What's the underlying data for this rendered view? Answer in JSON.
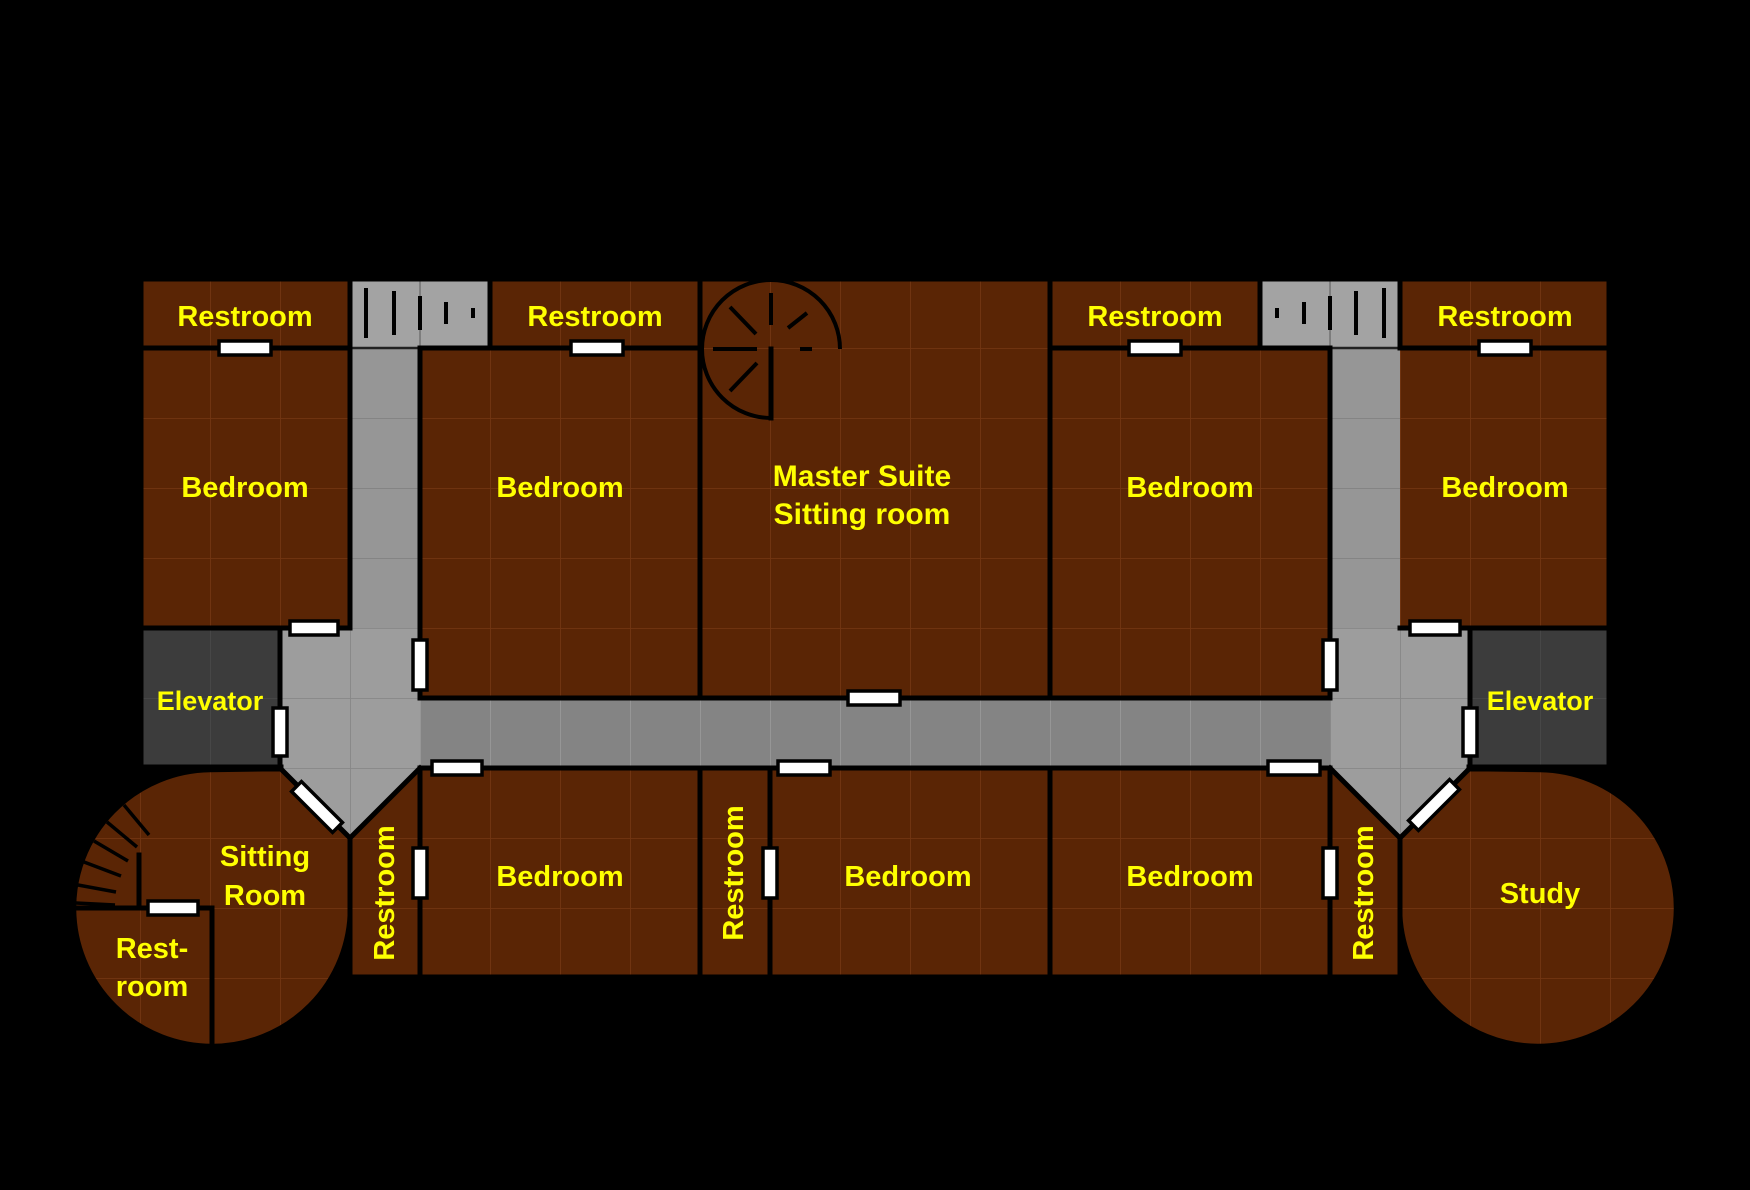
{
  "palette": {
    "background": "#000000",
    "room_fill": "#5a2505",
    "room_grid_line": "#723512",
    "corridor_fill": "#848484",
    "corridor_branch_fill": "#969696",
    "lobby_fill": "#9d9d9d",
    "stairs_fill": "#a3a3a3",
    "elevator_fill": "#3c3c3c",
    "wall_color": "#000000",
    "door_fill": "#ffffff",
    "label_color": "#ffff00"
  },
  "rooms": {
    "restroom_top_far_left": {
      "label": "Restroom"
    },
    "restroom_top_mid_left": {
      "label": "Restroom"
    },
    "restroom_top_mid_right": {
      "label": "Restroom"
    },
    "restroom_top_far_right": {
      "label": "Restroom"
    },
    "bedroom_west": {
      "label": "Bedroom"
    },
    "bedroom_mid_west": {
      "label": "Bedroom"
    },
    "bedroom_mid_east": {
      "label": "Bedroom"
    },
    "bedroom_east": {
      "label": "Bedroom"
    },
    "master_suite": {
      "label_line1": "Master Suite",
      "label_line2": "Sitting room"
    },
    "elevator_west": {
      "label": "Elevator"
    },
    "elevator_east": {
      "label": "Elevator"
    },
    "sitting_room": {
      "label_line1": "Sitting",
      "label_line2": "Room"
    },
    "tower_restroom": {
      "label_line1": "Rest-",
      "label_line2": "room"
    },
    "restroom_south_west": {
      "label": "Restroom"
    },
    "bedroom_south_west": {
      "label": "Bedroom"
    },
    "restroom_south_center": {
      "label": "Restroom"
    },
    "bedroom_south_center": {
      "label": "Bedroom"
    },
    "bedroom_south_east": {
      "label": "Bedroom"
    },
    "restroom_south_east": {
      "label": "Restroom"
    },
    "study": {
      "label": "Study"
    }
  }
}
